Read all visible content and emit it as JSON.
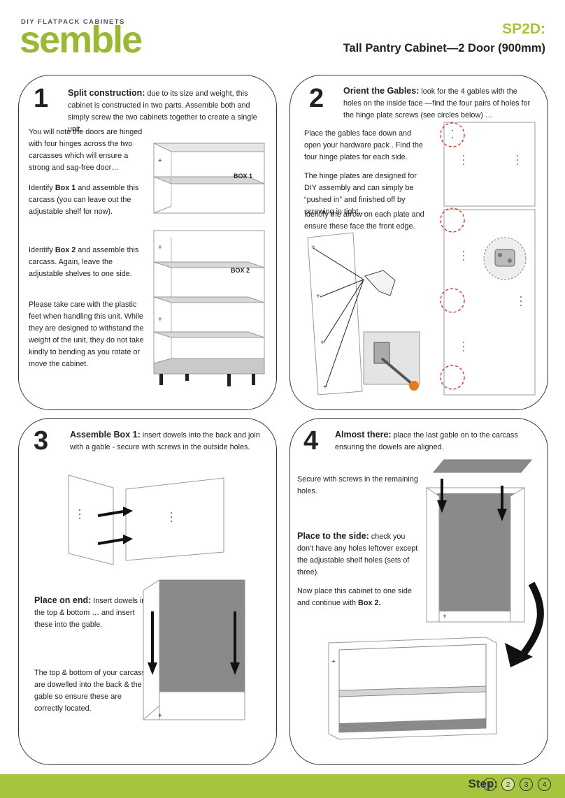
{
  "header": {
    "tagline": "DIY FLATPACK CABINETS",
    "brand": "semble",
    "code": "SP2D:",
    "title": "Tall Pantry Cabinet—2 Door  (900mm)"
  },
  "step1": {
    "number": "1",
    "heading": "Split construction:",
    "intro": " due to its size and weight, this cabinet is constructed in two parts. Assemble both and simply screw the two cabinets together to create a single unit.",
    "p1": "You will note the doors are hinged with four hinges across the two carcasses which will ensure a strong and sag-free door…",
    "p2_pre": "Identify ",
    "p2_bold": "Box 1",
    "p2_post": " and assemble this carcass (you can leave out the adjustable shelf for now).",
    "p3_pre": "Identify ",
    "p3_bold": "Box 2",
    "p3_post": " and assemble this carcass. Again, leave the adjustable shelves to one side.",
    "p4": "Please take care with the plastic feet when handling this unit. While they are designed to withstand the weight of the unit, they do not take kindly to bending as you rotate or move the cabinet.",
    "box1_label": "BOX 1",
    "box2_label": "BOX 2"
  },
  "step2": {
    "number": "2",
    "heading": "Orient the Gables:",
    "intro": " look for the 4 gables with the holes on the inside face —find the four pairs of holes for  the hinge plate screws (see circles below) …",
    "p1": "Place the gables face down and open your hardware pack . Find the four hinge plates for each side.",
    "p2": "The hinge plates are designed for DIY assembly and can simply be “pushed in” and finished off by screwing in tight…",
    "p3": "Identify the arrow on each plate and ensure these face the front edge."
  },
  "step3": {
    "number": "3",
    "heading": "Assemble Box 1:",
    "intro": " insert dowels into the back and join with a gable - secure with screws in the outside holes.",
    "p1_heading": "Place on end:",
    "p1": " Insert dowels into  the top & bottom … and insert these into the gable.",
    "p2": "The top & bottom of your carcass are dowelled into the back & the gable so ensure these are correctly located."
  },
  "step4": {
    "number": "4",
    "heading": "Almost there:",
    "intro": " place the last  gable on to the carcass ensuring the dowels are aligned.",
    "p1": "Secure with screws in the remaining holes.",
    "p2_heading": "Place to the side:",
    "p2": " check you don’t have any holes leftover except the adjustable shelf holes (sets of three).",
    "p3_pre": "Now place this cabinet to one side and continue with ",
    "p3_bold": "Box 2."
  },
  "footer": {
    "step_label": "Step:",
    "steps": [
      "1",
      "2",
      "3",
      "4"
    ],
    "active_step": "2"
  },
  "colors": {
    "brand_green": "#9ab832",
    "footer_green": "#a6c43d",
    "panel_grey": "#8a8a8a",
    "dashed_red": "#d42a2a"
  }
}
